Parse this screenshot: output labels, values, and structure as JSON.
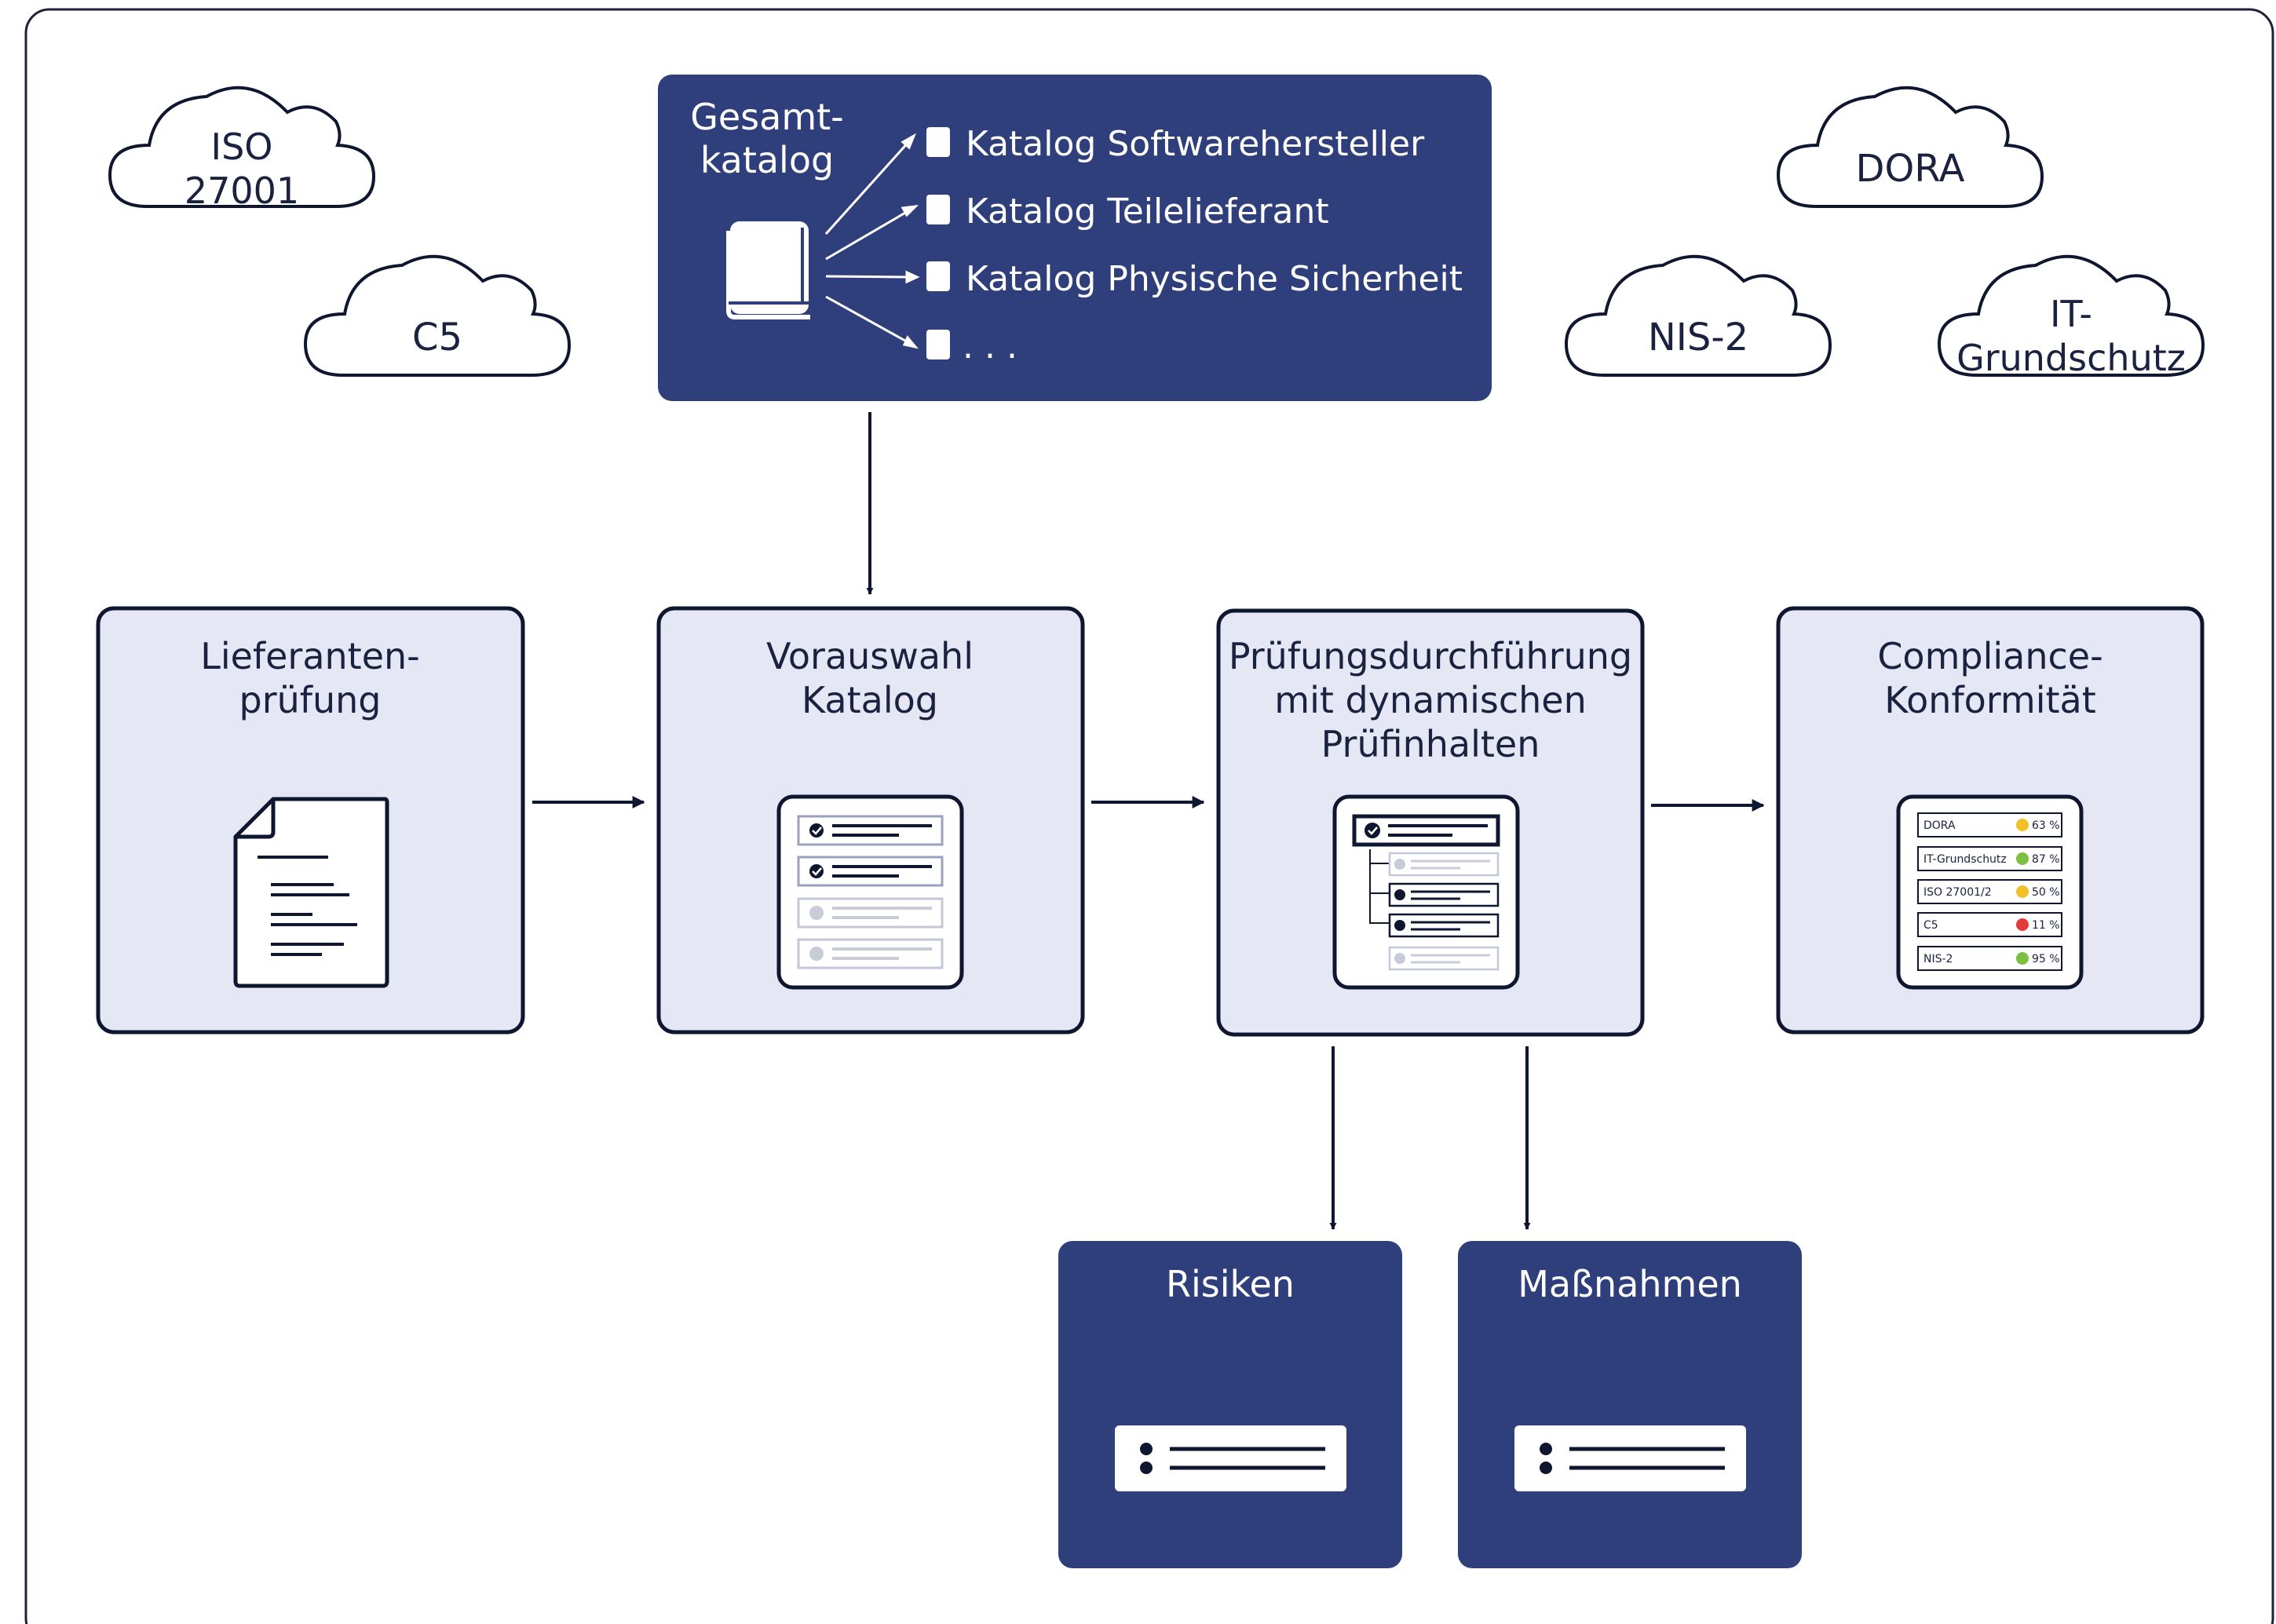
{
  "colors": {
    "navy": "#2f3f7c",
    "box_fill": "#e5e8f4",
    "stroke": "#0f1630",
    "dot_yellow": "#f3c02a",
    "dot_green": "#7dbf3e",
    "dot_red": "#e33a3a"
  },
  "clouds": {
    "iso": [
      "ISO",
      "27001"
    ],
    "c5": "C5",
    "dora": "DORA",
    "nis2": "NIS-2",
    "itg": [
      "IT-",
      "Grundschutz"
    ]
  },
  "catalog": {
    "title": [
      "Gesamt-",
      "katalog"
    ],
    "items": [
      "Katalog Softwarehersteller",
      "Katalog Teilelieferant",
      "Katalog Physische Sicherheit",
      ". . ."
    ]
  },
  "steps": {
    "supplier_check": [
      "Lieferanten-",
      "prüfung"
    ],
    "preselection": [
      "Vorauswahl",
      "Katalog"
    ],
    "execution": [
      "Prüfungsdurchführung",
      "mit dynamischen",
      "Prüfinhalten"
    ],
    "compliance": [
      "Compliance-",
      "Konformität"
    ]
  },
  "compliance_rows": [
    {
      "name": "DORA",
      "percent": "63 %",
      "status": "yellow"
    },
    {
      "name": "IT-Grundschutz",
      "percent": "87 %",
      "status": "green"
    },
    {
      "name": "ISO 27001/2",
      "percent": "50 %",
      "status": "yellow"
    },
    {
      "name": "C5",
      "percent": "11 %",
      "status": "red"
    },
    {
      "name": "NIS-2",
      "percent": "95 %",
      "status": "green"
    }
  ],
  "outputs": {
    "risks": "Risiken",
    "measures": "Maßnahmen"
  }
}
